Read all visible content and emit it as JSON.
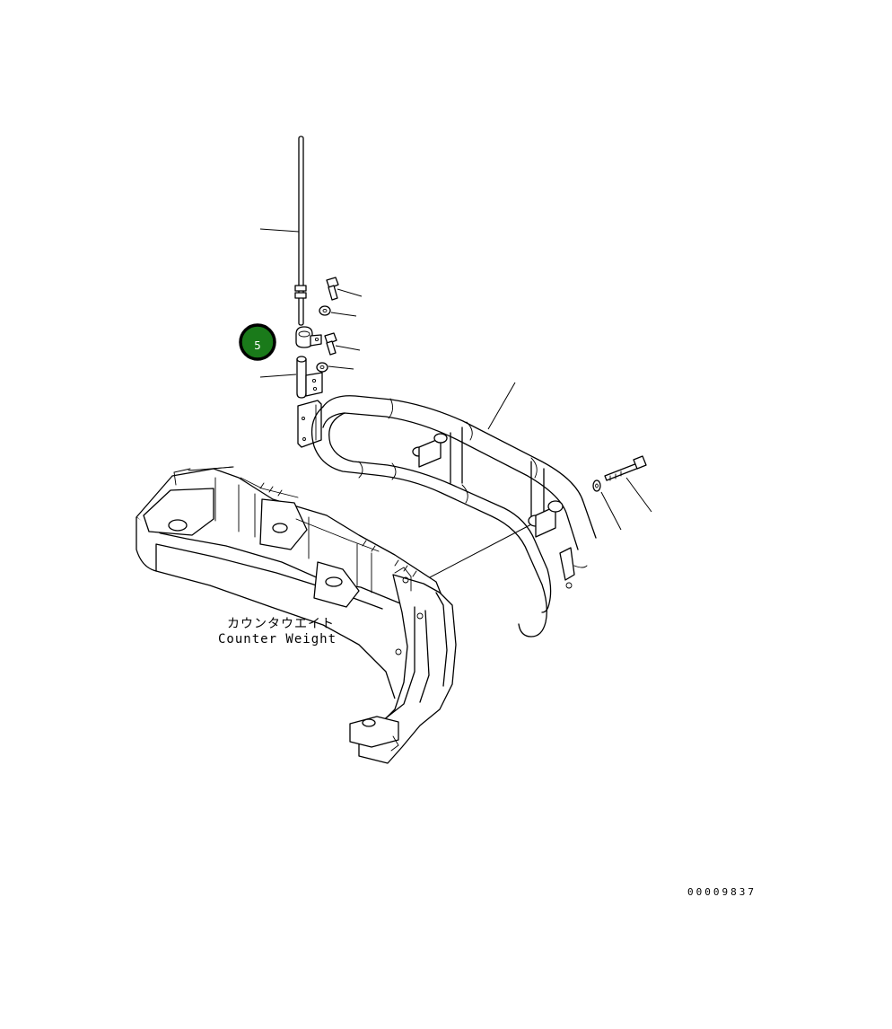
{
  "callout": {
    "number": "5",
    "color": "#1a7a1a"
  },
  "labels": {
    "counterweight_jp": "カウンタウエイト",
    "counterweight_en": "Counter Weight"
  },
  "drawing_code": "00009837"
}
